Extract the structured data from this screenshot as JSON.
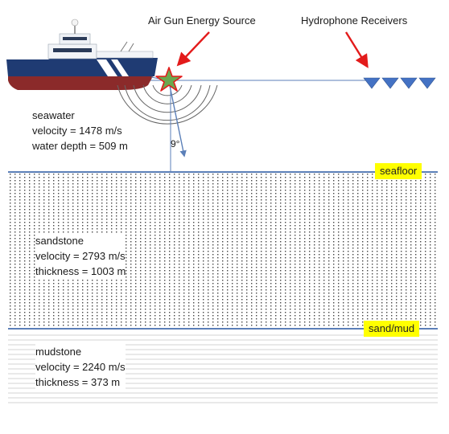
{
  "labels": {
    "source": "Air Gun Energy Source",
    "receivers": "Hydrophone Receivers",
    "angle": "9°"
  },
  "layers": {
    "seawater": {
      "name": "seawater",
      "velocity": "velocity = 1478 m/s",
      "depth": "water depth = 509 m"
    },
    "sandstone": {
      "name": "sandstone",
      "velocity": "velocity = 2793 m/s",
      "thickness": "thickness = 1003 m"
    },
    "mudstone": {
      "name": "mudstone",
      "velocity": "velocity = 2240 m/s",
      "thickness": "thickness = 373 m"
    }
  },
  "boundaries": {
    "seafloor": "seafloor",
    "sand_mud": "sand/mud"
  },
  "colors": {
    "boundary_line": "#5b7fb8",
    "tag_fill": "#ffff00",
    "arrow_red": "#e31b1b",
    "star_fill": "#6aa84f",
    "star_stroke": "#e31b1b",
    "receiver_fill": "#4472c4",
    "ship_hull": "#1f3b73",
    "ship_bottom": "#8b2a2a",
    "wave": "#666666"
  }
}
